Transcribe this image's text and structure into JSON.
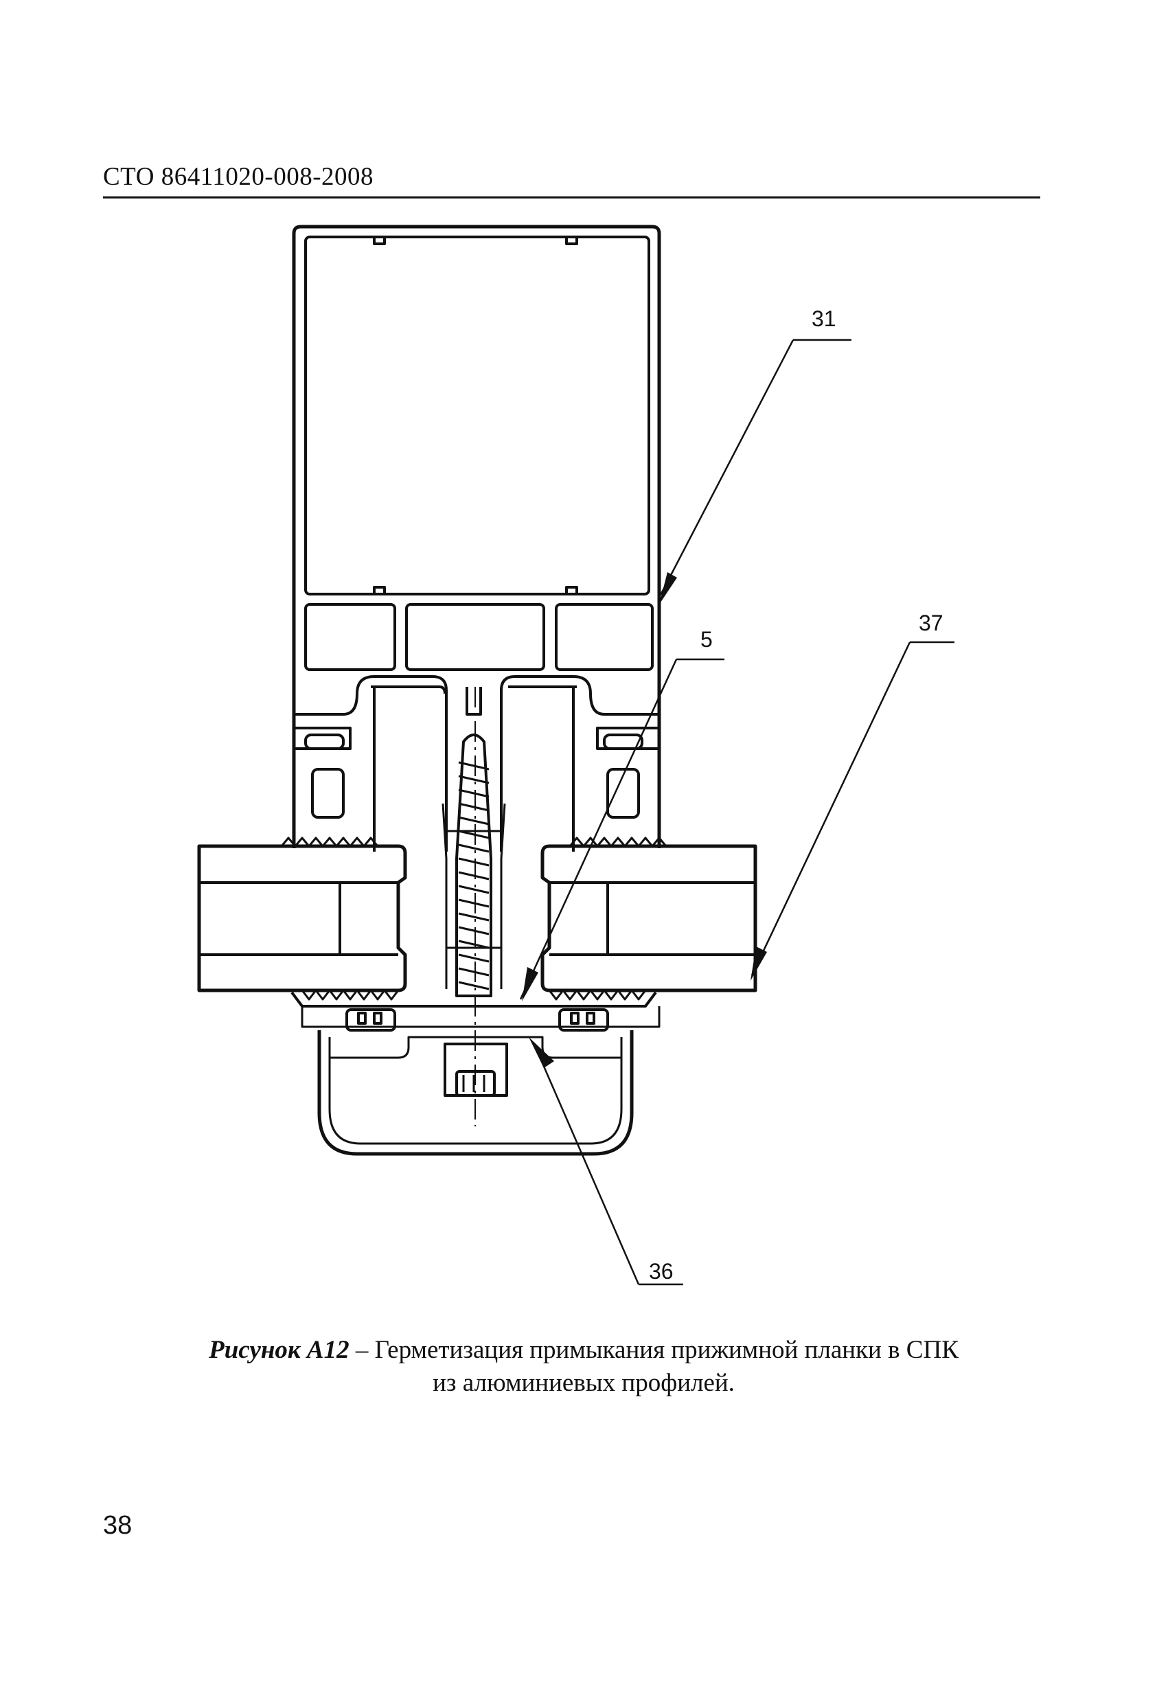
{
  "header": {
    "document_code": "СТО 86411020-008-2008"
  },
  "figure": {
    "callouts": [
      {
        "id": "31",
        "label": "31"
      },
      {
        "id": "37",
        "label": "37"
      },
      {
        "id": "5",
        "label": "5"
      },
      {
        "id": "36",
        "label": "36"
      }
    ],
    "caption_label": "Рисунок А12",
    "caption_dash": " – ",
    "caption_text_line1": "Герметизация примыкания прижимной планки в СПК",
    "caption_text_line2": "из алюминиевых профилей."
  },
  "footer": {
    "page_number": "38"
  }
}
